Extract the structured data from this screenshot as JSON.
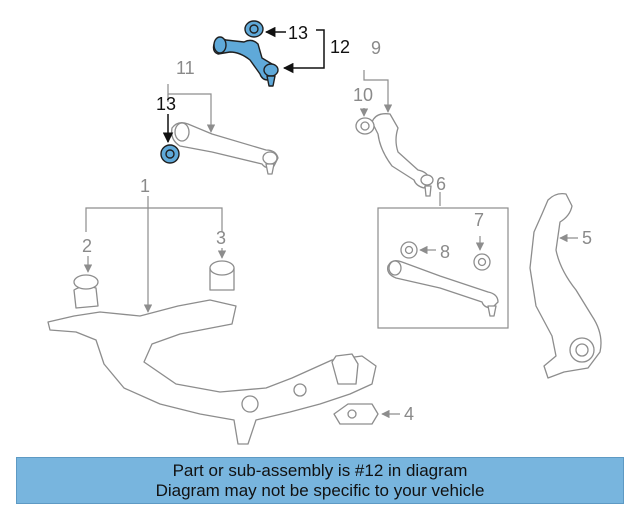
{
  "diagram": {
    "callouts": {
      "c1": "1",
      "c2": "2",
      "c3": "3",
      "c4": "4",
      "c5": "5",
      "c6": "6",
      "c7": "7",
      "c8": "8",
      "c9": "9",
      "c10": "10",
      "c11": "11",
      "c12": "12",
      "c13a": "13",
      "c13b": "13"
    },
    "highlight_color": "#5fa9d9",
    "line_color": "#8d8d8d"
  },
  "banner": {
    "line1": "Part or sub-assembly is #12 in diagram",
    "line2": "Diagram may not be specific to your vehicle",
    "background": "#78b5de"
  }
}
